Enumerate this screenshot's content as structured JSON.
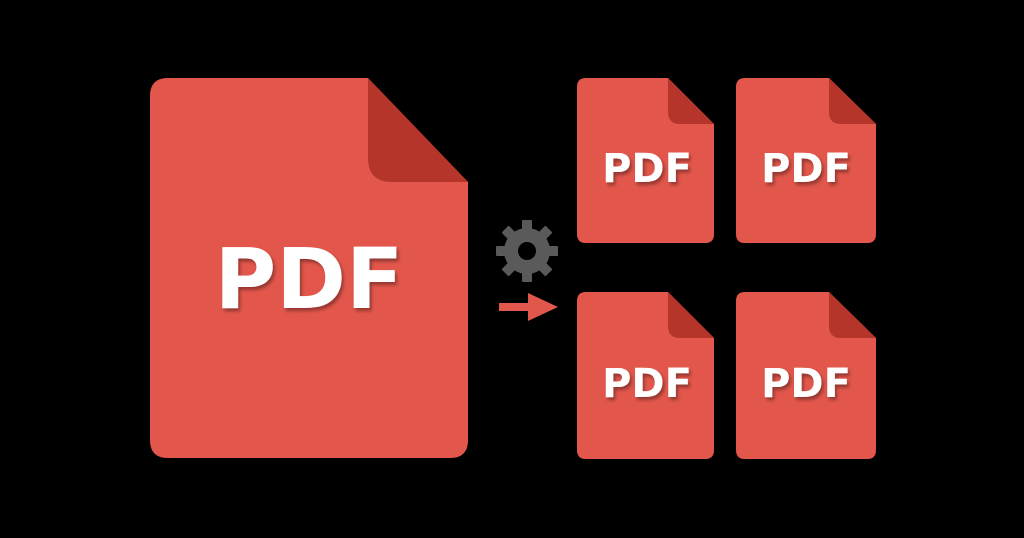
{
  "colors": {
    "background": "#000000",
    "file_body": "#e2574c",
    "file_fold": "#b53629",
    "gear": "#5a5a5a",
    "arrow": "#e2574c",
    "label": "#ffffff"
  },
  "source_file": {
    "icon": "pdf-file-icon",
    "label": "PDF"
  },
  "process": {
    "gear_icon": "gear-icon",
    "arrow_icon": "arrow-right-icon"
  },
  "output_files": [
    {
      "icon": "pdf-file-icon",
      "label": "PDF"
    },
    {
      "icon": "pdf-file-icon",
      "label": "PDF"
    },
    {
      "icon": "pdf-file-icon",
      "label": "PDF"
    },
    {
      "icon": "pdf-file-icon",
      "label": "PDF"
    }
  ]
}
